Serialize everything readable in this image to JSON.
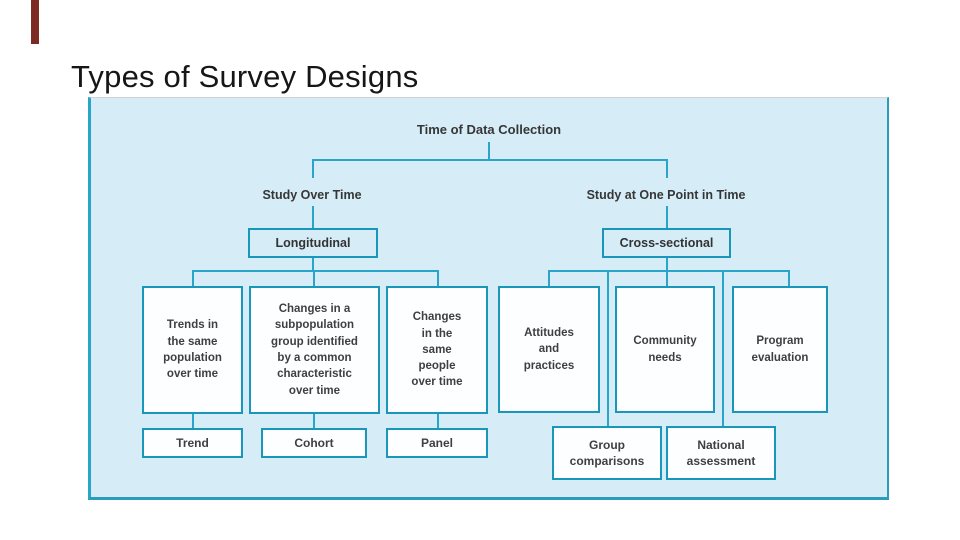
{
  "slide": {
    "title": "Types of Survey Designs"
  },
  "diagram": {
    "root_label": "Time of Data Collection",
    "left_branch": {
      "label": "Study Over Time",
      "category": "Longitudinal",
      "boxes": [
        "Trends in\nthe same\npopulation\nover time",
        "Changes in a\nsubpopulation\ngroup identified\nby a common\ncharacteristic\nover time",
        "Changes\nin the\nsame\npeople\nover time"
      ],
      "types": [
        "Trend",
        "Cohort",
        "Panel"
      ]
    },
    "right_branch": {
      "label": "Study at One Point in Time",
      "category": "Cross-sectional",
      "boxes": [
        "Attitudes\nand\npractices",
        "Community\nneeds",
        "Program\nevaluation"
      ],
      "types": [
        "Group\ncomparisons",
        "National\nassessment"
      ]
    }
  },
  "colors": {
    "connector_teal": "#28a5c8",
    "box_border_teal": "#1897ba",
    "panel_background": "#d6edf8",
    "accent_maroon": "#7c2b24",
    "text_dark": "#3c3c3c"
  }
}
